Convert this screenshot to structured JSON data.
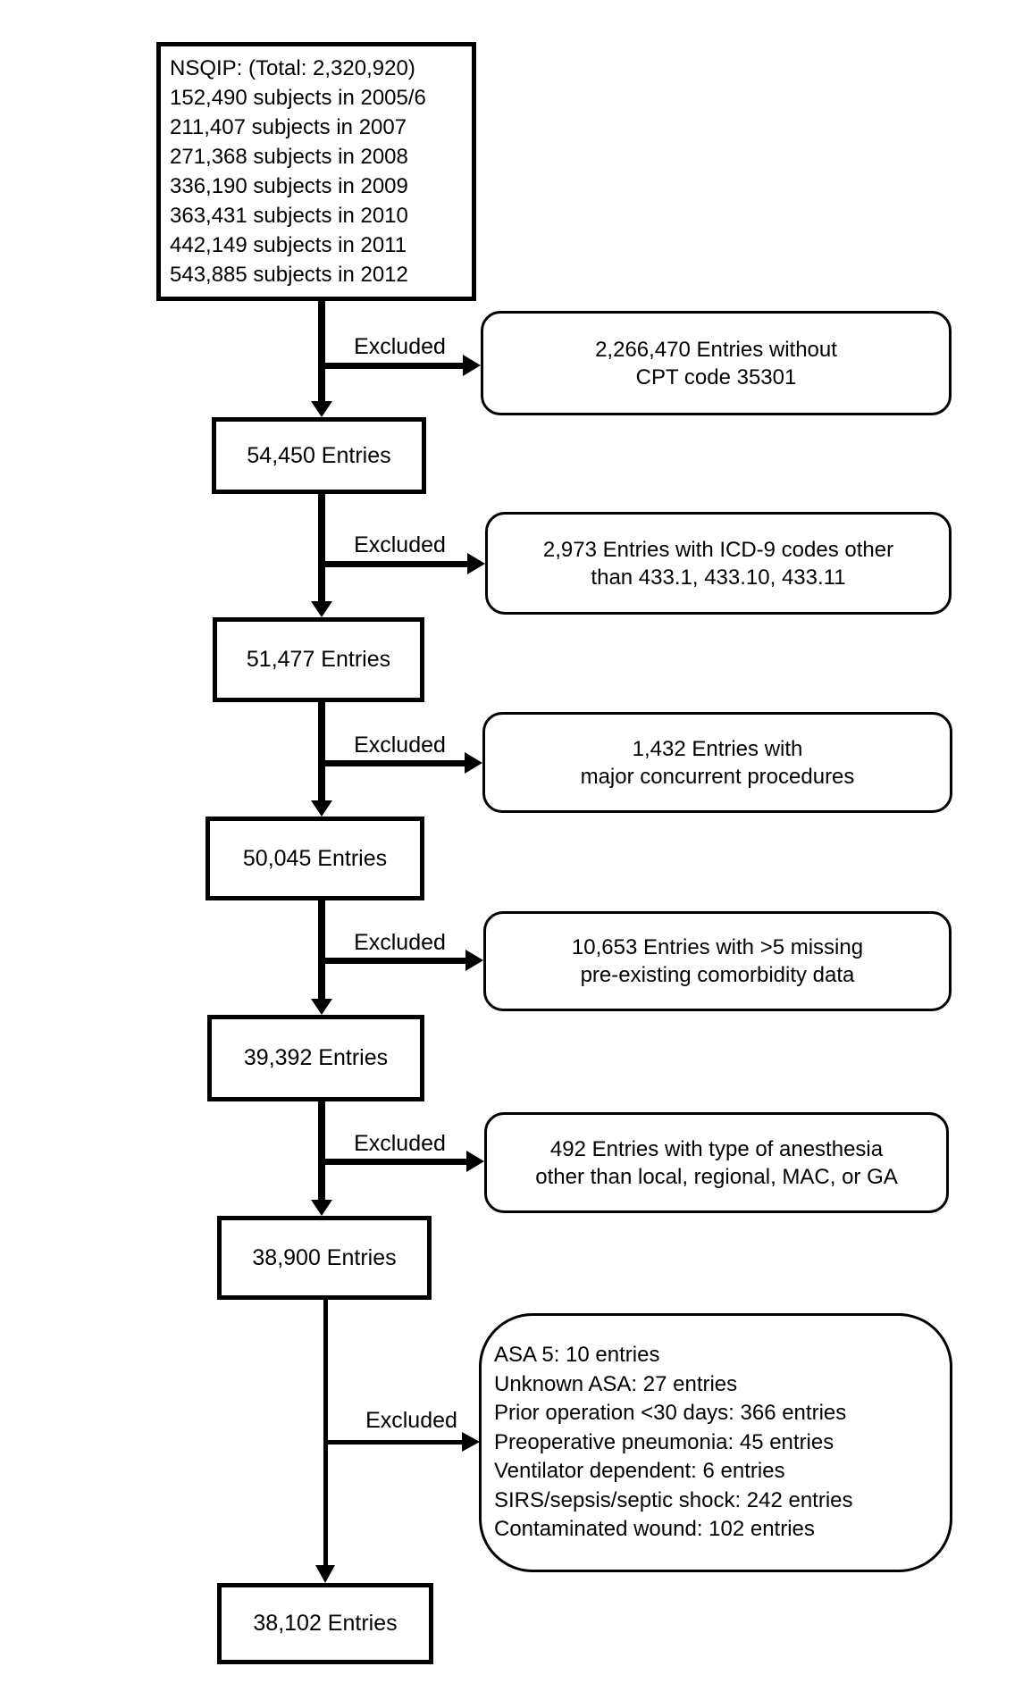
{
  "flowchart": {
    "excluded_label": "Excluded",
    "source_box": {
      "lines": [
        "NSQIP: (Total: 2,320,920)",
        "152,490 subjects in 2005/6",
        "211,407 subjects in 2007",
        "271,368 subjects in 2008",
        "336,190 subjects in 2009",
        "363,431 subjects in 2010",
        "442,149 subjects in 2011",
        "543,885 subjects in 2012"
      ]
    },
    "stage_boxes": [
      {
        "label": "54,450 Entries"
      },
      {
        "label": "51,477 Entries"
      },
      {
        "label": "50,045 Entries"
      },
      {
        "label": "39,392 Entries"
      },
      {
        "label": "38,900 Entries"
      },
      {
        "label": "38,102 Entries"
      }
    ],
    "exclusion_boxes": [
      {
        "lines": [
          "2,266,470 Entries without",
          "CPT code 35301"
        ]
      },
      {
        "lines": [
          "2,973 Entries with ICD-9 codes other",
          "than 433.1, 433.10, 433.11"
        ]
      },
      {
        "lines": [
          "1,432 Entries with",
          "major concurrent procedures"
        ]
      },
      {
        "lines": [
          "10,653 Entries with >5 missing",
          "pre-existing comorbidity data"
        ]
      },
      {
        "lines": [
          "492 Entries with type of anesthesia",
          "other than local, regional, MAC, or GA"
        ]
      },
      {
        "lines": [
          "ASA 5: 10 entries",
          "Unknown ASA: 27 entries",
          "Prior operation <30 days: 366 entries",
          "Preoperative pneumonia: 45 entries",
          "Ventilator dependent: 6 entries",
          "SIRS/sepsis/septic shock: 242 entries",
          "Contaminated wound: 102 entries"
        ]
      }
    ],
    "colors": {
      "stroke": "#000000",
      "background": "#ffffff",
      "text": "#000000"
    }
  }
}
